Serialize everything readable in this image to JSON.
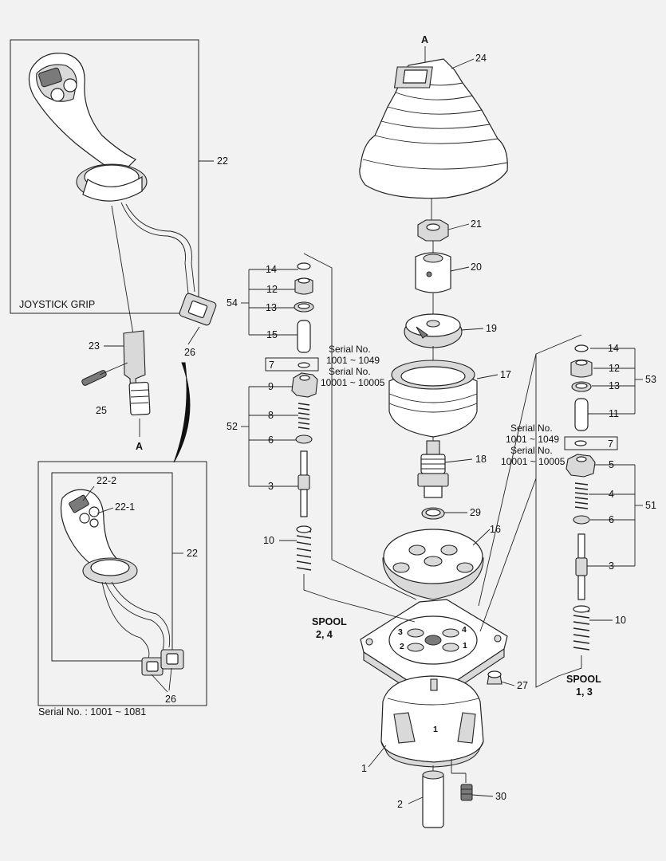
{
  "labels": {
    "joystick_grip": "JOYSTICK GRIP",
    "serial_range_grip": "Serial No. : 1001 ~ 1081",
    "spool_left_line1": "SPOOL",
    "spool_left_line2": "2, 4",
    "spool_right_line1": "SPOOL",
    "spool_right_line2": "1, 3",
    "serial_left_1": "Serial No.",
    "serial_left_2": "1001 ~ 1049",
    "serial_left_3": "Serial No.",
    "serial_left_4": "10001 ~ 10005",
    "serial_right_1": "Serial No.",
    "serial_right_2": "1001 ~ 1049",
    "serial_right_3": "Serial No.",
    "serial_right_4": "10001 ~ 10005",
    "ref_a_top": "A",
    "ref_a_bottom": "A"
  },
  "ports": [
    "1",
    "2",
    "3",
    "4"
  ],
  "housing_mark": "1",
  "callouts": {
    "c1": "1",
    "c2": "2",
    "c3L": "3",
    "c6L": "6",
    "c7L": "7",
    "c8": "8",
    "c9": "9",
    "c10L": "10",
    "c12L": "12",
    "c13L": "13",
    "c14L": "14",
    "c15": "15",
    "c16": "16",
    "c17": "17",
    "c18": "18",
    "c19": "19",
    "c20": "20",
    "c21": "21",
    "c22top": "22",
    "c22bot": "22",
    "c22_1": "22-1",
    "c22_2": "22-2",
    "c23": "23",
    "c24": "24",
    "c25": "25",
    "c26top": "26",
    "c26bot": "26",
    "c27": "27",
    "c29": "29",
    "c30": "30",
    "c52": "52",
    "c54": "54",
    "c14R": "14",
    "c12R": "12",
    "c13R": "13",
    "c11": "11",
    "c53": "53",
    "c7R": "7",
    "c5": "5",
    "c4": "4",
    "c6R": "6",
    "c3R": "3",
    "c51": "51",
    "c10R": "10"
  }
}
